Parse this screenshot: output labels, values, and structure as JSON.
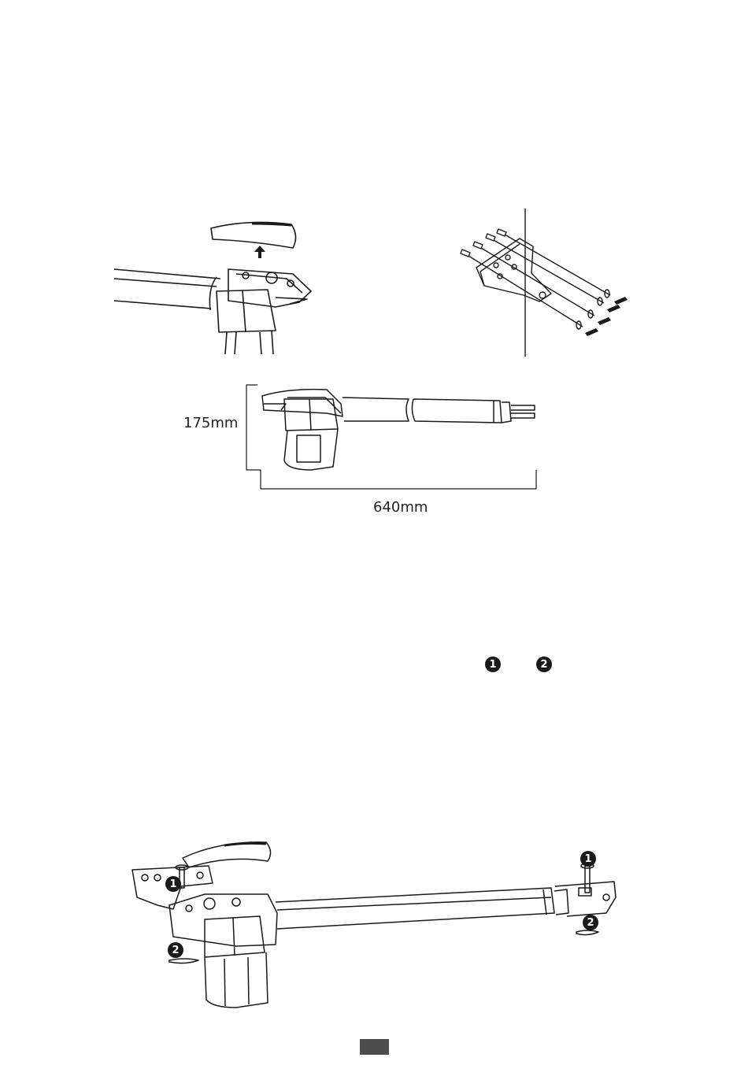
{
  "dimensions": {
    "height_label": "175mm",
    "length_label": "640mm"
  },
  "markers": {
    "one": "1",
    "two": "2"
  },
  "colors": {
    "line": "#1a1a1a",
    "page_tab": "#4d4d4d"
  }
}
